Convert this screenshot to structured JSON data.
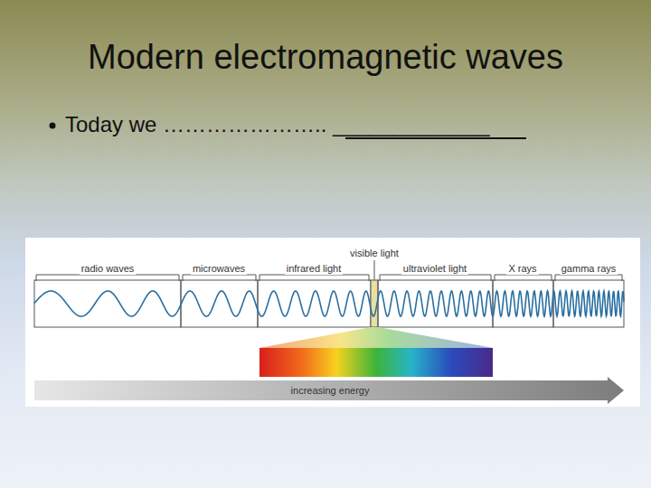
{
  "diagram": {
    "title": "Modern electromagnetic waves",
    "labels": [
      "Today we ………………….. _____________",
      "radio waves",
      "microwaves",
      "infrared light",
      "visible light",
      "ultraviolet light",
      "X rays",
      "gamma rays",
      "increasing energy"
    ]
  }
}
